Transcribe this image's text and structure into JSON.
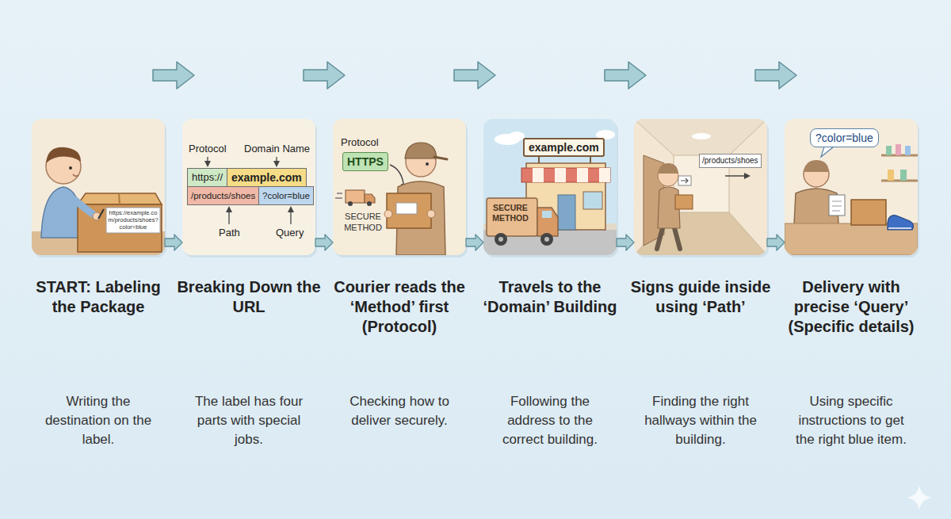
{
  "diagram": {
    "nodes": [
      {
        "text": [
          "START: Labeling the Package",
          "Writing the destination on the label."
        ]
      },
      {
        "text": [
          "Breaking Down the URL",
          "The label has four parts with special jobs."
        ]
      },
      {
        "text": [
          "https://"
        ],
        "in": 1
      },
      {
        "text": [
          "example.com"
        ],
        "in": 1
      },
      {
        "text": [
          "/products/shoes"
        ],
        "in": 1
      },
      {
        "text": [
          "?color=blue"
        ],
        "in": 1
      },
      {
        "text": [
          "Courier reads the ‘Method’ first (Protocol)",
          "Checking how to deliver securely."
        ]
      },
      {
        "text": [
          "HTTPS"
        ],
        "in": 6
      },
      {
        "text": [
          "Travels to the ‘Domain’ Building",
          "Following the address to the correct building."
        ]
      },
      {
        "text": [
          "example.com"
        ],
        "in": 8
      },
      {
        "text": [
          "Signs guide inside using ‘Path’",
          "Finding the right hallways within the building."
        ]
      },
      {
        "text": [
          "/products/shoes"
        ],
        "in": 10
      },
      {
        "text": [
          "Delivery with precise ‘Query’ (Specific details)",
          "Using specific instructions to get the right blue item."
        ]
      },
      {
        "text": [
          "?color=blue"
        ],
        "in": 12
      }
    ],
    "edges": [
      {
        "from": 0,
        "to": 1,
        "arrow": "to"
      },
      {
        "from": 1,
        "to": 6,
        "arrow": "to"
      },
      {
        "from": 6,
        "to": 8,
        "arrow": "to"
      },
      {
        "from": 8,
        "to": 10,
        "arrow": "to"
      },
      {
        "from": 10,
        "to": 12,
        "arrow": "to"
      }
    ],
    "labels": [
      "https://example.com/products/shoes?color=blue",
      "Protocol",
      "Domain Name",
      "Path",
      "Query",
      "Protocol",
      "SECURE METHOD",
      "SECURE METHOD"
    ]
  }
}
